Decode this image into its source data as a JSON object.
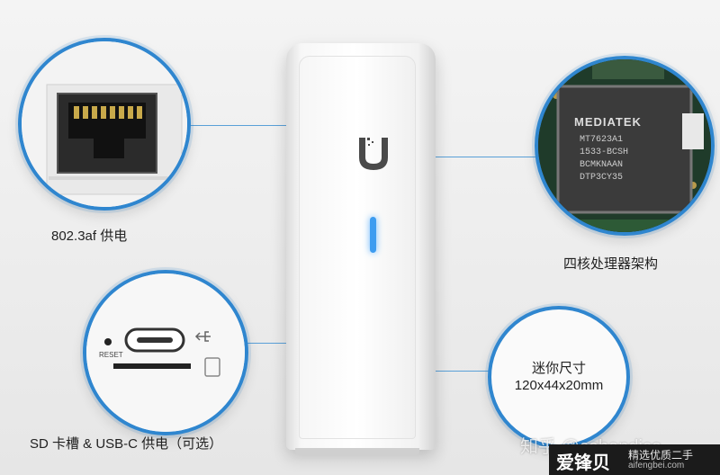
{
  "callouts": {
    "ethernet": {
      "caption": "802.3af 供电"
    },
    "chip": {
      "caption": "四核处理器架构",
      "chip_brand": "MEDIATEK",
      "chip_lines": [
        "MT7623A1",
        "1533-BCSH",
        "BCMKNAAN",
        "DTP3CY35"
      ]
    },
    "ports": {
      "caption": "SD 卡槽 & USB-C 供电（可选）",
      "reset_label": "RESET"
    },
    "size": {
      "line1": "迷你尺寸",
      "line2": "120x44x20mm"
    }
  },
  "watermark": {
    "zhihu": "知乎 @cobandice",
    "site": "爱锋贝",
    "tagline": "精选优质二手",
    "url": "aifengbei.com"
  },
  "colors": {
    "accent": "#2f86cf",
    "led": "#3d9cf0",
    "pcb": "#1f3b2a"
  }
}
